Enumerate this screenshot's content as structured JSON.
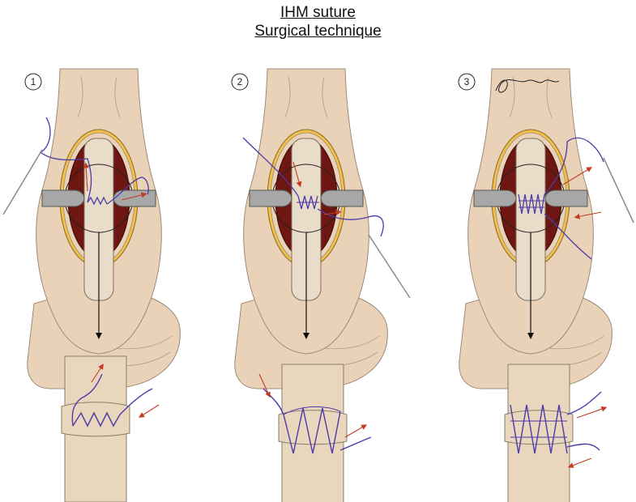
{
  "title": {
    "line1": "IHM suture",
    "line2": "Surgical technique"
  },
  "steps": [
    {
      "number": "1"
    },
    {
      "number": "2"
    },
    {
      "number": "3"
    }
  ],
  "colors": {
    "skin": "#ead2b8",
    "skin_outline": "#9c8a78",
    "tendon": "#e9ddc9",
    "wound": "#6e1612",
    "fat": "#f0c04a",
    "retractor": "#a7a7a7",
    "suture": "#4b3aa8",
    "arrow": "#c23b22",
    "needle": "#8a8a8a"
  },
  "signature": "artist signature (drawn)"
}
